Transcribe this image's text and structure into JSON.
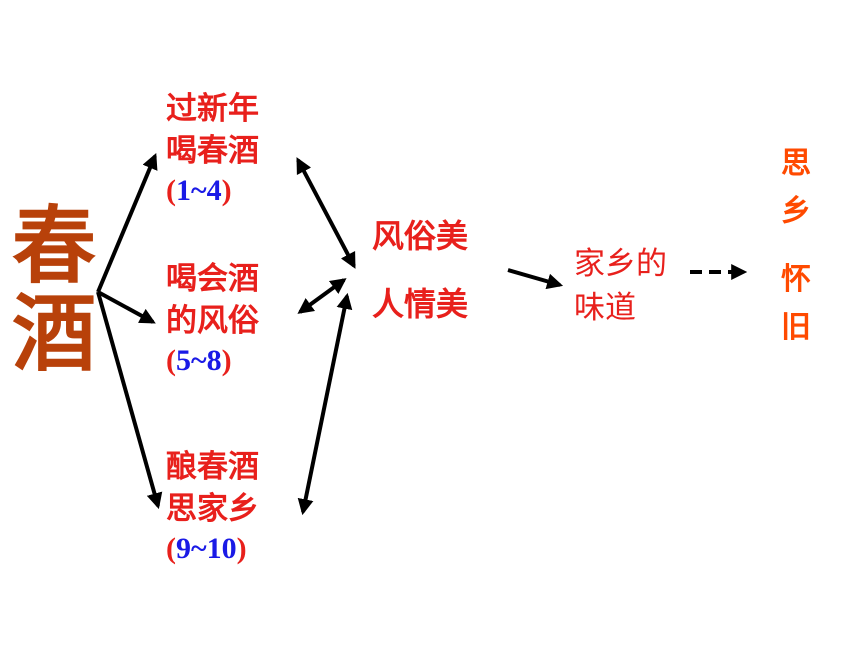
{
  "colors": {
    "title": "#B8410A",
    "red": "#E8201C",
    "blue": "#1A1AE6",
    "orange": "#FF4A00",
    "arrow": "#000000"
  },
  "title": {
    "char1": "春",
    "char2": "酒"
  },
  "branches": [
    {
      "line1": "过新年",
      "line2": "喝春酒",
      "ref_open": "(",
      "ref_range": "1~4",
      "ref_close": ")"
    },
    {
      "line1": "喝会酒",
      "line2": "的风俗",
      "ref_open": "(",
      "ref_range": "5~8",
      "ref_close": ")"
    },
    {
      "line1": "酿春酒",
      "line2": "思家乡",
      "ref_open": "(",
      "ref_range": "9~10",
      "ref_close": ")"
    }
  ],
  "middle": {
    "line1": "风俗美",
    "line2": "人情美"
  },
  "taste": {
    "line1": "家乡的",
    "line2": "味道"
  },
  "right_column": {
    "top1": "思",
    "top2": "乡",
    "bottom1": "怀",
    "bottom2": "旧"
  }
}
